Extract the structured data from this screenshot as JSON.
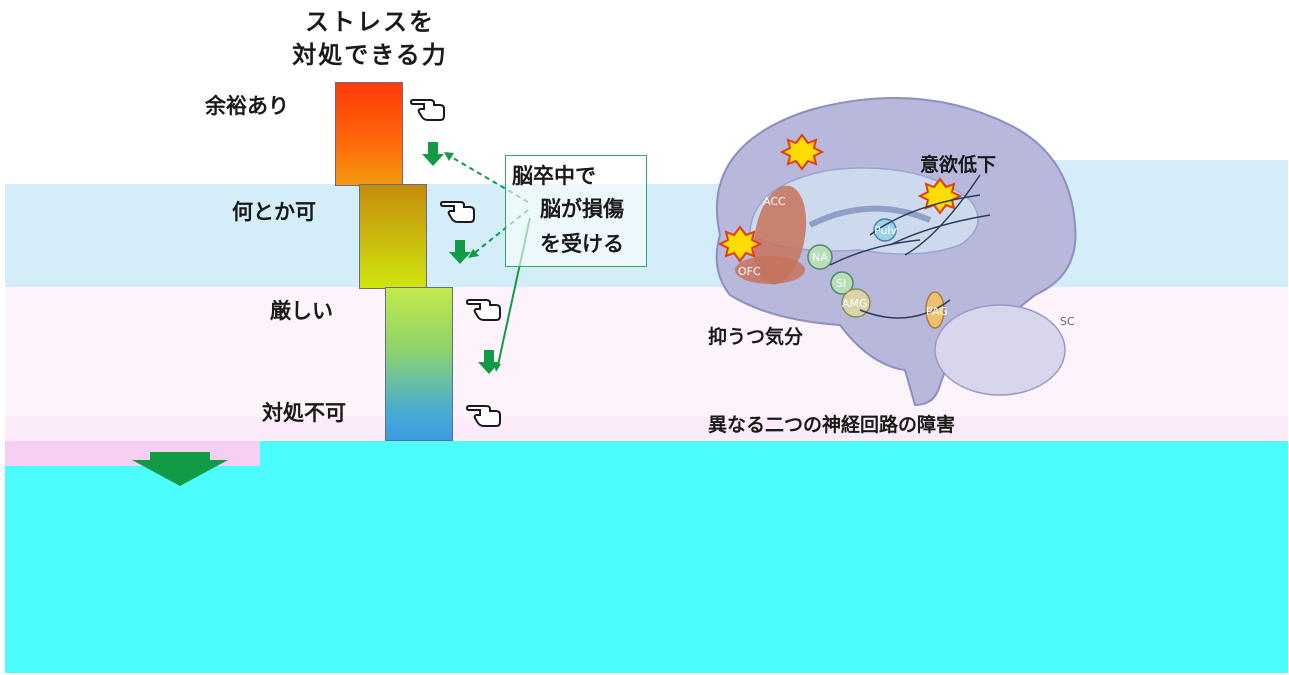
{
  "title": {
    "line1": "ストレスを",
    "line2": "対処できる力"
  },
  "levels": [
    {
      "label": "余裕あり"
    },
    {
      "label": "何とか可"
    },
    {
      "label": "厳しい"
    },
    {
      "label": "対処不可"
    }
  ],
  "stroke_box": {
    "line1": "脳卒中で",
    "line2": "脳が損傷",
    "line3": "を受ける"
  },
  "brain": {
    "motivation": "意欲低下",
    "mood": "抑うつ気分",
    "caption": "異なる二つの神経回路の障害",
    "region_labels": [
      "ACC",
      "OFC",
      "NA",
      "SI",
      "AMG",
      "Pulv",
      "PAG",
      "SC"
    ]
  },
  "colors": {
    "arrow_green": "#139a45",
    "box_border": "#3aa36b",
    "band_blue": "#d3eef9",
    "band_cyan": "#4cfdfd",
    "band_pink": "#fdf3fb"
  }
}
